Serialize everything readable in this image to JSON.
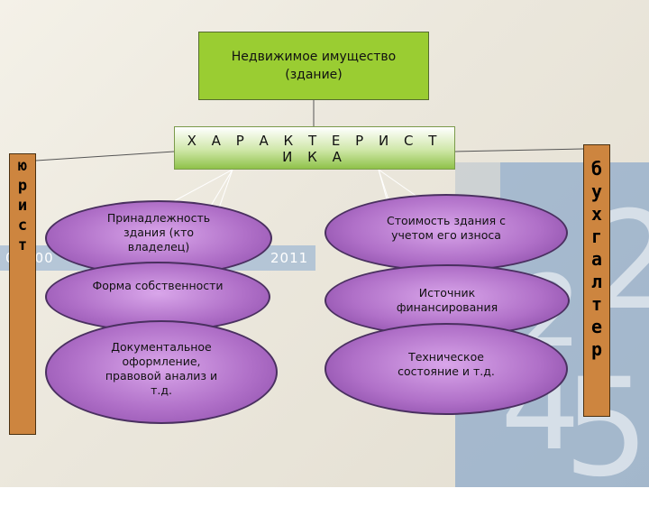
{
  "background": {
    "band_text_left": "0 1 00",
    "band_text_right": "2011",
    "digits": [
      "2",
      "4",
      "5",
      "2"
    ]
  },
  "top_box": {
    "line1": "Недвижимое имущество",
    "line2": "(здание)"
  },
  "characteristics_bar": {
    "label": "Х А Р А К Т Е Р И С Т И К А"
  },
  "left_side": {
    "letters": [
      "ю",
      "р",
      "и",
      "с",
      "т"
    ]
  },
  "right_side": {
    "letters": [
      "б",
      "у",
      "х",
      "г",
      "а",
      "л",
      "т",
      "е",
      "р"
    ]
  },
  "left_ellipses": [
    {
      "lines": [
        "Принадлежность",
        "здания (кто",
        "владелец)"
      ]
    },
    {
      "lines": [
        "Форма собственности"
      ]
    },
    {
      "lines": [
        "Документальное",
        "оформление,",
        "правовой анализ и",
        "т.д."
      ]
    }
  ],
  "right_ellipses": [
    {
      "lines": [
        "Стоимость здания с",
        "учетом его износа"
      ]
    },
    {
      "lines": [
        "Источник",
        "финансирования"
      ]
    },
    {
      "lines": [
        "Техническое",
        "состояние и т.д."
      ]
    }
  ],
  "colors": {
    "top_box": "#9acd32",
    "side_bars": "#cd853f",
    "ellipse": "#b070c8",
    "background_blue": "#6f97c6"
  }
}
